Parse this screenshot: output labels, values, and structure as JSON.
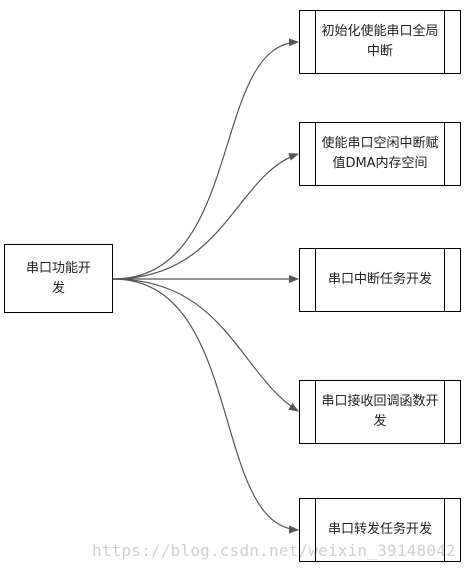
{
  "root": {
    "label": "串口功能开发"
  },
  "children": [
    {
      "label": "初始化使能串口全局中断"
    },
    {
      "label": "使能串口空闲中断赋值DMA内存空间"
    },
    {
      "label": "串口中断任务开发"
    },
    {
      "label": "串口接收回调函数开发"
    },
    {
      "label": "串口转发任务开发"
    }
  ],
  "watermark": "https://blog.csdn.net/weixin_39148042",
  "colors": {
    "connector": "#555555",
    "border": "#000000",
    "text": "#222222"
  }
}
